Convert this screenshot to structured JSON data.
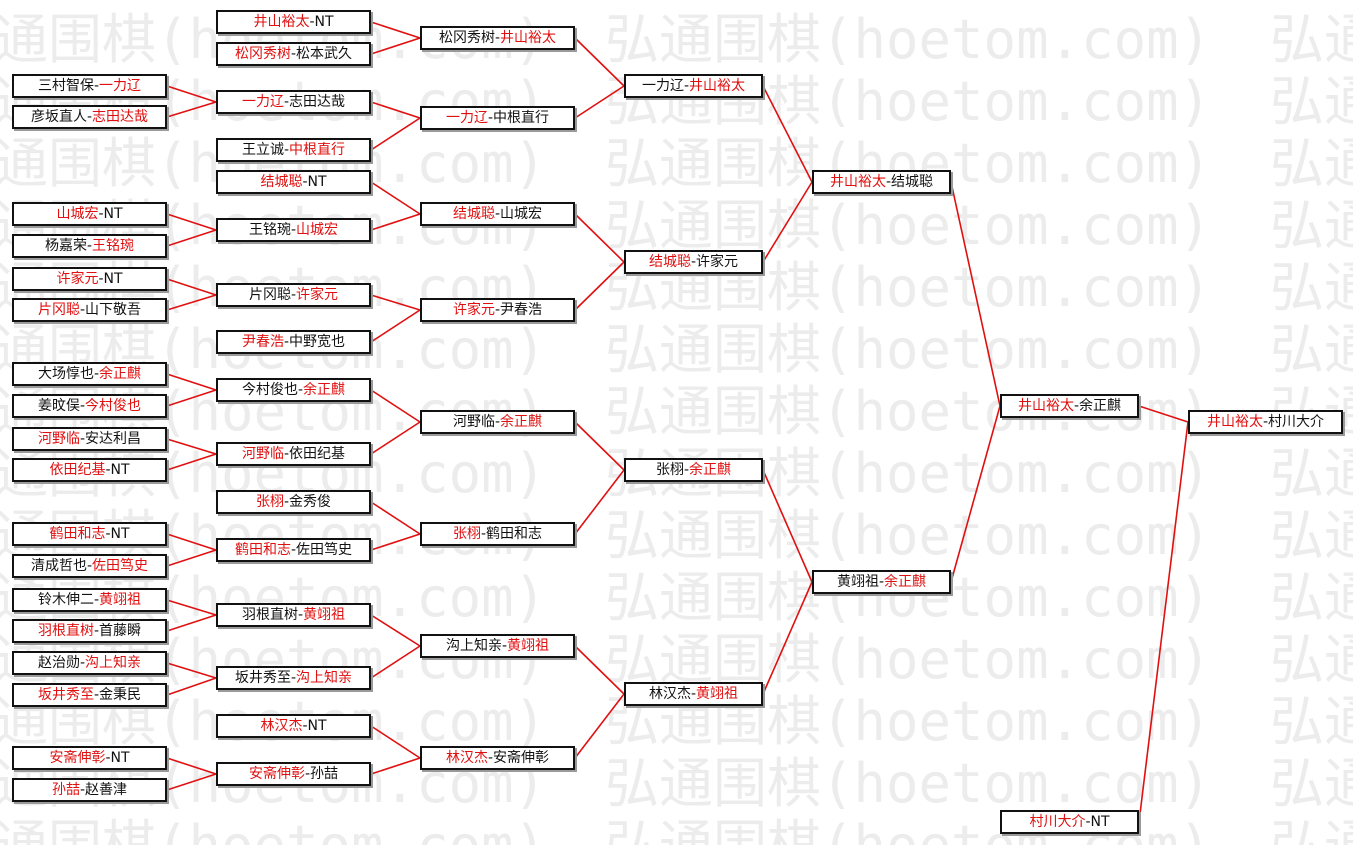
{
  "watermark": "弘通围棋(hoetom.com)",
  "colors": {
    "winner": "#e01010",
    "line": "#e01010",
    "text": "#111111",
    "watermark": "#ececec"
  },
  "rounds": [
    {
      "name": "round-1",
      "matches": [
        {
          "winner": "一力辽",
          "loser": "三村智保",
          "winner_first": false
        },
        {
          "winner": "志田达哉",
          "loser": "彦坂直人",
          "winner_first": false
        },
        {
          "winner": "山城宏",
          "loser": "NT",
          "winner_first": true
        },
        {
          "winner": "王铭琬",
          "loser": "杨嘉荣",
          "winner_first": false
        },
        {
          "winner": "许家元",
          "loser": "NT",
          "winner_first": true
        },
        {
          "winner": "片冈聪",
          "loser": "山下敬吾",
          "winner_first": true
        },
        {
          "winner": "余正麒",
          "loser": "大场惇也",
          "winner_first": false
        },
        {
          "winner": "今村俊也",
          "loser": "姜旼俣",
          "winner_first": false
        },
        {
          "winner": "河野临",
          "loser": "安达利昌",
          "winner_first": true
        },
        {
          "winner": "依田纪基",
          "loser": "NT",
          "winner_first": true
        },
        {
          "winner": "鹤田和志",
          "loser": "NT",
          "winner_first": true
        },
        {
          "winner": "佐田笃史",
          "loser": "清成哲也",
          "winner_first": false
        },
        {
          "winner": "黄翊祖",
          "loser": "铃木伸二",
          "winner_first": false
        },
        {
          "winner": "羽根直树",
          "loser": "首藤瞬",
          "winner_first": true
        },
        {
          "winner": "沟上知亲",
          "loser": "赵治勋",
          "winner_first": false
        },
        {
          "winner": "坂井秀至",
          "loser": "金秉民",
          "winner_first": true
        },
        {
          "winner": "安斋伸彰",
          "loser": "NT",
          "winner_first": true
        },
        {
          "winner": "孙喆",
          "loser": "赵善津",
          "winner_first": true
        }
      ]
    },
    {
      "name": "round-2",
      "matches": [
        {
          "winner": "井山裕太",
          "loser": "NT",
          "winner_first": true
        },
        {
          "winner": "松冈秀树",
          "loser": "松本武久",
          "winner_first": true
        },
        {
          "winner": "一力辽",
          "loser": "志田达哉",
          "winner_first": true
        },
        {
          "winner": "中根直行",
          "loser": "王立诚",
          "winner_first": false
        },
        {
          "winner": "结城聪",
          "loser": "NT",
          "winner_first": true
        },
        {
          "winner": "山城宏",
          "loser": "王铭琬",
          "winner_first": false
        },
        {
          "winner": "许家元",
          "loser": "片冈聪",
          "winner_first": false
        },
        {
          "winner": "尹春浩",
          "loser": "中野宽也",
          "winner_first": true
        },
        {
          "winner": "余正麒",
          "loser": "今村俊也",
          "winner_first": false
        },
        {
          "winner": "河野临",
          "loser": "依田纪基",
          "winner_first": true
        },
        {
          "winner": "张栩",
          "loser": "金秀俊",
          "winner_first": true
        },
        {
          "winner": "鹤田和志",
          "loser": "佐田笃史",
          "winner_first": true
        },
        {
          "winner": "黄翊祖",
          "loser": "羽根直树",
          "winner_first": false
        },
        {
          "winner": "沟上知亲",
          "loser": "坂井秀至",
          "winner_first": false
        },
        {
          "winner": "林汉杰",
          "loser": "NT",
          "winner_first": true
        },
        {
          "winner": "安斋伸彰",
          "loser": "孙喆",
          "winner_first": true
        }
      ]
    },
    {
      "name": "round-3",
      "matches": [
        {
          "winner": "井山裕太",
          "loser": "松冈秀树",
          "winner_first": false
        },
        {
          "winner": "一力辽",
          "loser": "中根直行",
          "winner_first": true
        },
        {
          "winner": "结城聪",
          "loser": "山城宏",
          "winner_first": true
        },
        {
          "winner": "许家元",
          "loser": "尹春浩",
          "winner_first": true
        },
        {
          "winner": "余正麒",
          "loser": "河野临",
          "winner_first": false
        },
        {
          "winner": "张栩",
          "loser": "鹤田和志",
          "winner_first": true
        },
        {
          "winner": "黄翊祖",
          "loser": "沟上知亲",
          "winner_first": false
        },
        {
          "winner": "林汉杰",
          "loser": "安斋伸彰",
          "winner_first": true
        }
      ]
    },
    {
      "name": "round-4",
      "matches": [
        {
          "winner": "井山裕太",
          "loser": "一力辽",
          "winner_first": false
        },
        {
          "winner": "结城聪",
          "loser": "许家元",
          "winner_first": true
        },
        {
          "winner": "余正麒",
          "loser": "张栩",
          "winner_first": false
        },
        {
          "winner": "黄翊祖",
          "loser": "林汉杰",
          "winner_first": false
        }
      ]
    },
    {
      "name": "round-5",
      "matches": [
        {
          "winner": "井山裕太",
          "loser": "结城聪",
          "winner_first": true
        },
        {
          "winner": "余正麒",
          "loser": "黄翊祖",
          "winner_first": false
        }
      ]
    },
    {
      "name": "round-6",
      "matches": [
        {
          "winner": "井山裕太",
          "loser": "余正麒",
          "winner_first": true
        },
        {
          "winner": "村川大介",
          "loser": "NT",
          "winner_first": true
        }
      ]
    },
    {
      "name": "final",
      "matches": [
        {
          "winner": "井山裕太",
          "loser": "村川大介",
          "winner_first": true
        }
      ]
    }
  ]
}
